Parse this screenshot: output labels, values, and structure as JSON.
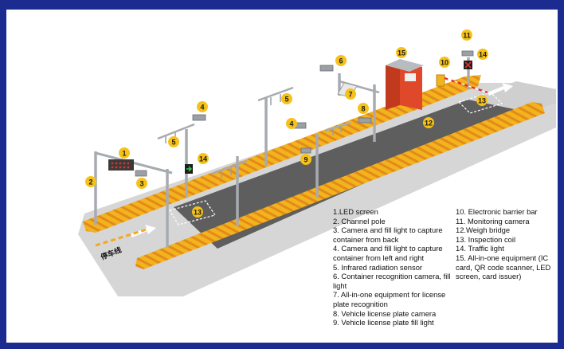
{
  "diagram": {
    "ground_marking": "停车线",
    "badges": [
      {
        "num": "1"
      },
      {
        "num": "2"
      },
      {
        "num": "3"
      },
      {
        "num": "4"
      },
      {
        "num": "5"
      },
      {
        "num": "4"
      },
      {
        "num": "5"
      },
      {
        "num": "6"
      },
      {
        "num": "7"
      },
      {
        "num": "8"
      },
      {
        "num": "9"
      },
      {
        "num": "10"
      },
      {
        "num": "11"
      },
      {
        "num": "12"
      },
      {
        "num": "13"
      },
      {
        "num": "13"
      },
      {
        "num": "14"
      },
      {
        "num": "14"
      },
      {
        "num": "15"
      }
    ]
  },
  "legend": {
    "left": [
      "1.LED screen",
      "2. Channel pole",
      "3. Camera and fill light to capture container from back",
      "4. Camera and fill light to capture container from left and right",
      "5. Infrared radiation sensor",
      "6. Container recognition camera, fill light",
      "7. All-in-one equipment for license plate recognition",
      "8. Vehicle license plate camera",
      "9. Vehicle license plate fill light"
    ],
    "right": [
      "10. Electronic barrier bar",
      "11. Monitoring camera",
      "12.Weigh bridge",
      "13. Inspection coil",
      "14. Traffic light",
      "15. All-in-one equipment (IC card, QR code scanner, LED screen, card issuer)"
    ]
  },
  "colors": {
    "frame_border": "#1b2b8f",
    "curb_yellow": "#f2b31c",
    "curb_stripe": "#d9731a",
    "lane_dark": "#5c5c5c",
    "ground_gray": "#d5d5d5",
    "badge_fill": "#f6c21a",
    "kiosk_red": "#e0482a",
    "pole_gray": "#a7abb0"
  }
}
